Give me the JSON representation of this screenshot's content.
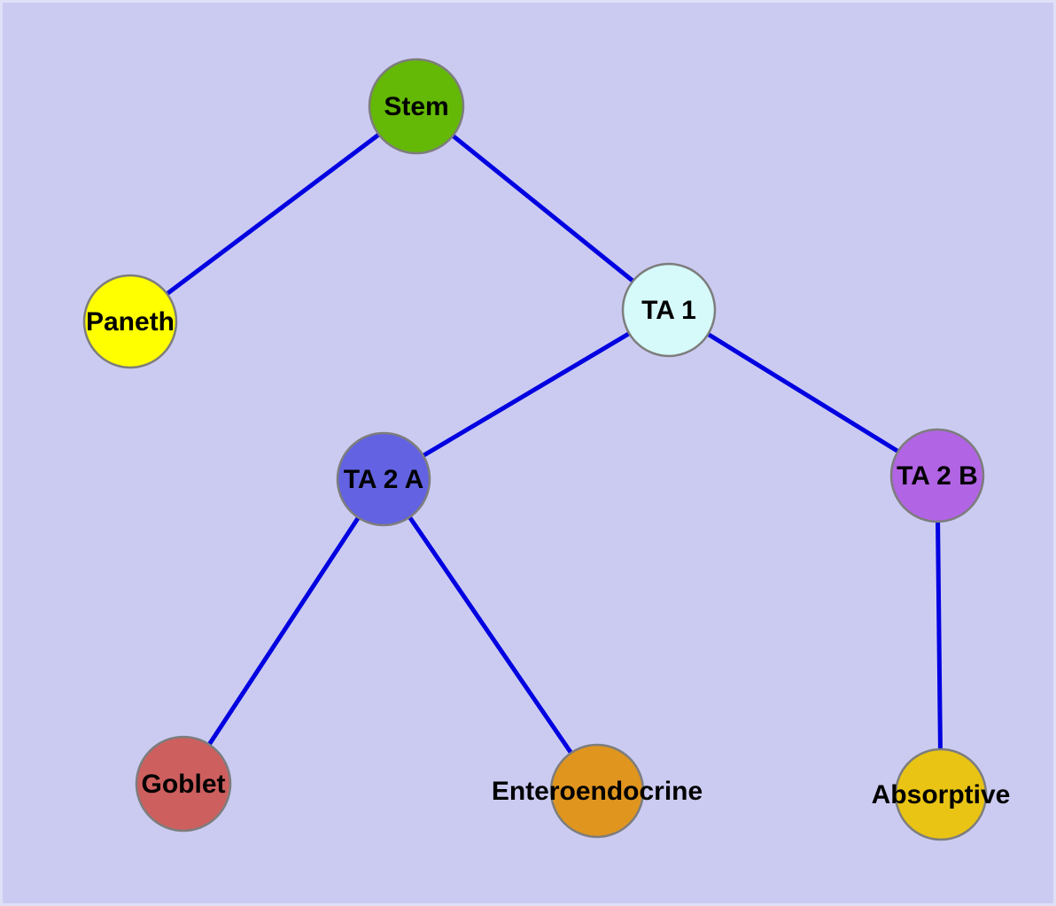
{
  "diagram": {
    "background_color": "#cbcbf2",
    "edge_color": "#0000e0",
    "node_border_color": "#7d7d7d",
    "nodes": {
      "stem": {
        "label": "Stem",
        "color": "#64b806"
      },
      "paneth": {
        "label": "Paneth",
        "color": "#ffff00"
      },
      "ta1": {
        "label": "TA 1",
        "color": "#d6f9f9"
      },
      "ta2a": {
        "label": "TA 2 A",
        "color": "#6262e2"
      },
      "ta2b": {
        "label": "TA 2 B",
        "color": "#b164e4"
      },
      "goblet": {
        "label": "Goblet",
        "color": "#cd5f5f"
      },
      "enteroendocrine": {
        "label": "Enteroendocrine",
        "color": "#e0951f"
      },
      "absorptive": {
        "label": "Absorptive",
        "color": "#e9c414"
      }
    },
    "edges": [
      {
        "from": "stem",
        "to": "paneth"
      },
      {
        "from": "stem",
        "to": "ta1"
      },
      {
        "from": "ta1",
        "to": "ta2a"
      },
      {
        "from": "ta1",
        "to": "ta2b"
      },
      {
        "from": "ta2a",
        "to": "goblet"
      },
      {
        "from": "ta2a",
        "to": "enteroendocrine"
      },
      {
        "from": "ta2b",
        "to": "absorptive"
      }
    ]
  }
}
